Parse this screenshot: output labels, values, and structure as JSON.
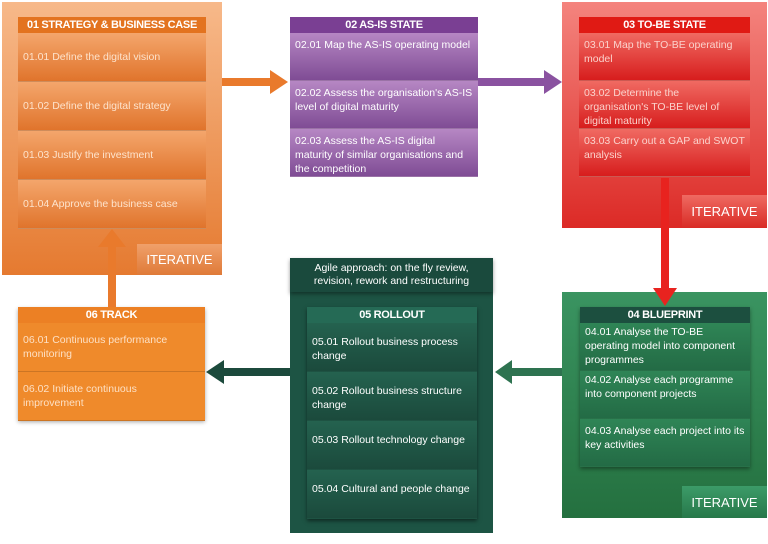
{
  "stages": {
    "s01": {
      "title": "01 STRATEGY & BUSINESS CASE",
      "items": [
        "01.01 Define the digital vision",
        "01.02 Define the digital strategy",
        "01.03 Justify the investment",
        "01.04 Approve the business case"
      ],
      "badge": "ITERATIVE"
    },
    "s02": {
      "title": "02 AS-IS STATE",
      "items": [
        "02.01 Map the AS-IS operating model",
        "02.02 Assess the organisation's AS-IS level of digital maturity",
        "02.03 Assess the AS-IS digital maturity of similar organisations and the competition"
      ]
    },
    "s03": {
      "title": "03 TO-BE STATE",
      "items": [
        "03.01 Map the TO-BE operating model",
        "03.02 Determine the organisation's TO-BE level of digital maturity",
        "03.03 Carry out a GAP and SWOT analysis"
      ],
      "badge": "ITERATIVE"
    },
    "s04": {
      "title": "04 BLUEPRINT",
      "items": [
        "04.01 Analyse the TO-BE operating model into component programmes",
        "04.02 Analyse each programme into component projects",
        "04.03 Analyse each project into its key activities"
      ],
      "badge": "ITERATIVE"
    },
    "s05": {
      "note": "Agile approach: on the fly review, revision, rework and restructuring",
      "title": "05 ROLLOUT",
      "items": [
        "05.01 Rollout business process change",
        "05.02 Rollout business structure change",
        "05.03 Rollout technology change",
        "05.04 Cultural and people change"
      ]
    },
    "s06": {
      "title": "06 TRACK",
      "items": [
        "06.01 Continuous performance monitoring",
        "06.02 Initiate continuous improvement"
      ]
    }
  },
  "colors": {
    "orange": "#e97a2c",
    "purple": "#7e4b94",
    "red": "#e3231f",
    "green": "#2d7a4f",
    "darkgreen": "#1d4f40"
  }
}
